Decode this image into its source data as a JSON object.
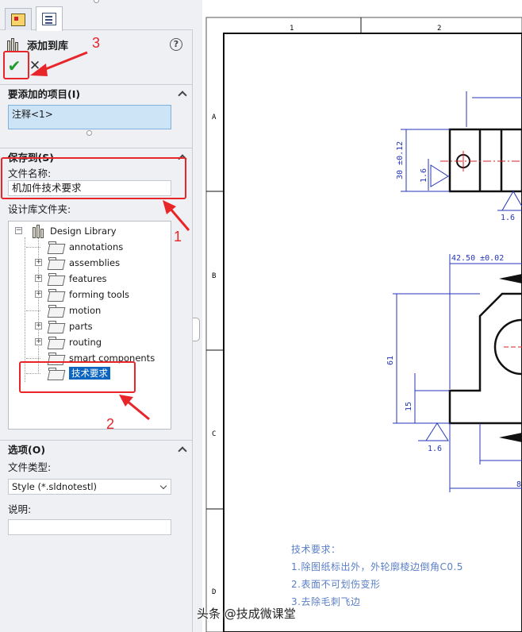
{
  "panel": {
    "title": "添加到库",
    "help": "?",
    "ok_symbol": "✔",
    "cancel_symbol": "✕",
    "items_section": {
      "title": "要添加的项目(I)",
      "selection": "注释<1>"
    },
    "save_section": {
      "title": "保存到(S)",
      "file_name_label": "文件名称:",
      "file_name_value": "机加件技术要求",
      "folder_label": "设计库文件夹:"
    },
    "tree": {
      "root": "Design Library",
      "items": [
        {
          "label": "annotations",
          "expandable": false
        },
        {
          "label": "assemblies",
          "expandable": true
        },
        {
          "label": "features",
          "expandable": true
        },
        {
          "label": "forming tools",
          "expandable": true
        },
        {
          "label": "motion",
          "expandable": false
        },
        {
          "label": "parts",
          "expandable": true
        },
        {
          "label": "routing",
          "expandable": true
        },
        {
          "label": "smart components",
          "expandable": false
        },
        {
          "label": "技术要求",
          "expandable": false,
          "selected": true
        }
      ]
    },
    "options_section": {
      "title": "选项(O)",
      "file_type_label": "文件类型:",
      "file_type_value": "Style (*.sldnotestl)",
      "description_label": "说明:",
      "description_value": ""
    }
  },
  "drawing": {
    "zone_letters": [
      "A",
      "B",
      "C",
      "D"
    ],
    "zone_numbers": [
      "1",
      "2"
    ],
    "dimensions": {
      "height_30": "30 ±0.12",
      "roughness_1": "1.6",
      "roughness_2": "1.6",
      "width_42": "42.50 ±0.02",
      "height_61": "61",
      "height_15": "15",
      "roughness_3": "1.6",
      "bottom_partial": "8"
    },
    "tech_notes": {
      "title": "技术要求：",
      "line1": "1.除图纸标出外，外轮廓棱边倒角C0.5",
      "line2": "2.表面不可划伤变形",
      "line3": "3.去除毛刺飞边"
    }
  },
  "annotations": {
    "step1": "1",
    "step2": "2",
    "step3": "3",
    "color": "#e8262a"
  },
  "watermark": "头条 @技成微课堂",
  "colors": {
    "accent_blue": "#0b64c0",
    "dimension_blue": "#2535b8",
    "note_blue": "#5a7fc6",
    "ok_green": "#1e9c2c"
  }
}
